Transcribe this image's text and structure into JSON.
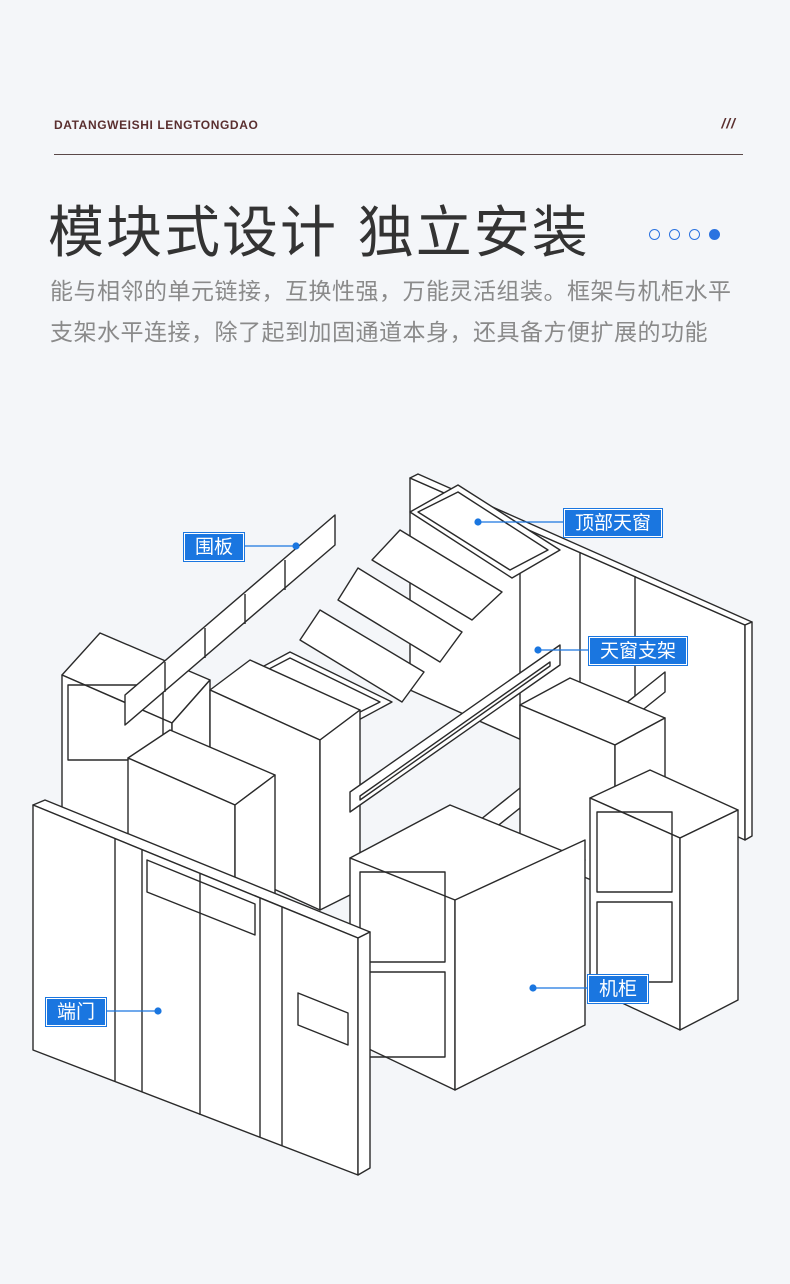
{
  "header": {
    "brand": "DATANGWEISHI LENGTONGDAO",
    "slashes": "///"
  },
  "title": "模块式设计 独立安装",
  "description": "能与相邻的单元链接，互换性强，万能灵活组装。框架与机柜水平支架水平连接，除了起到加固通道本身，还具备方便扩展的功能",
  "pager": {
    "count": 4,
    "active_index": 3
  },
  "callouts": {
    "top_skylight": "顶部天窗",
    "panel": "围板",
    "skylight_bracket": "天窗支架",
    "cabinet": "机柜",
    "end_door": "端门"
  },
  "colors": {
    "accent": "#1a76e0",
    "brand_text": "#5a2f2f",
    "body_text": "#8a8a8a",
    "title_text": "#333333"
  }
}
